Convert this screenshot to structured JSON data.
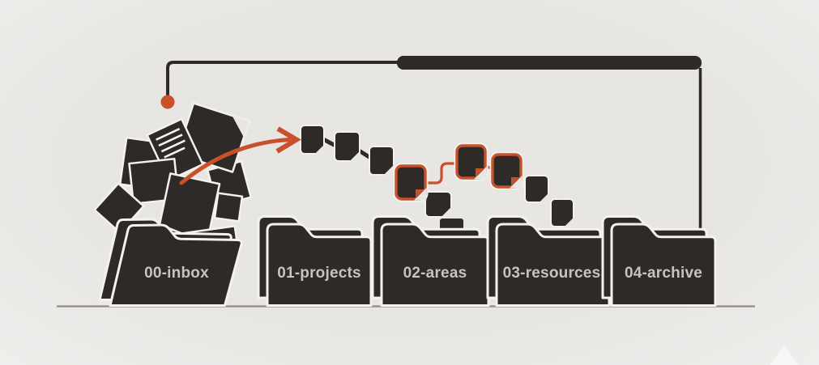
{
  "diagram": {
    "type": "folder-organization-flow",
    "folders": [
      {
        "label": "00-inbox"
      },
      {
        "label": "01-projects"
      },
      {
        "label": "02-areas"
      },
      {
        "label": "03-resources"
      },
      {
        "label": "04-archive"
      }
    ],
    "inbox_pile": {
      "icon": "paper-pile-icon",
      "paper_count": 10
    },
    "document_chain": {
      "plain_documents": 6,
      "highlighted_documents": 3
    },
    "colors": {
      "background": "#e9e7e4",
      "ink": "#2d2a28",
      "accent": "#c8502a",
      "label_text": "#c6c4c1",
      "paper_outline": "#f3f2ef",
      "baseline": "#8e8b88"
    },
    "watermark_icon": "triangle-logo"
  }
}
